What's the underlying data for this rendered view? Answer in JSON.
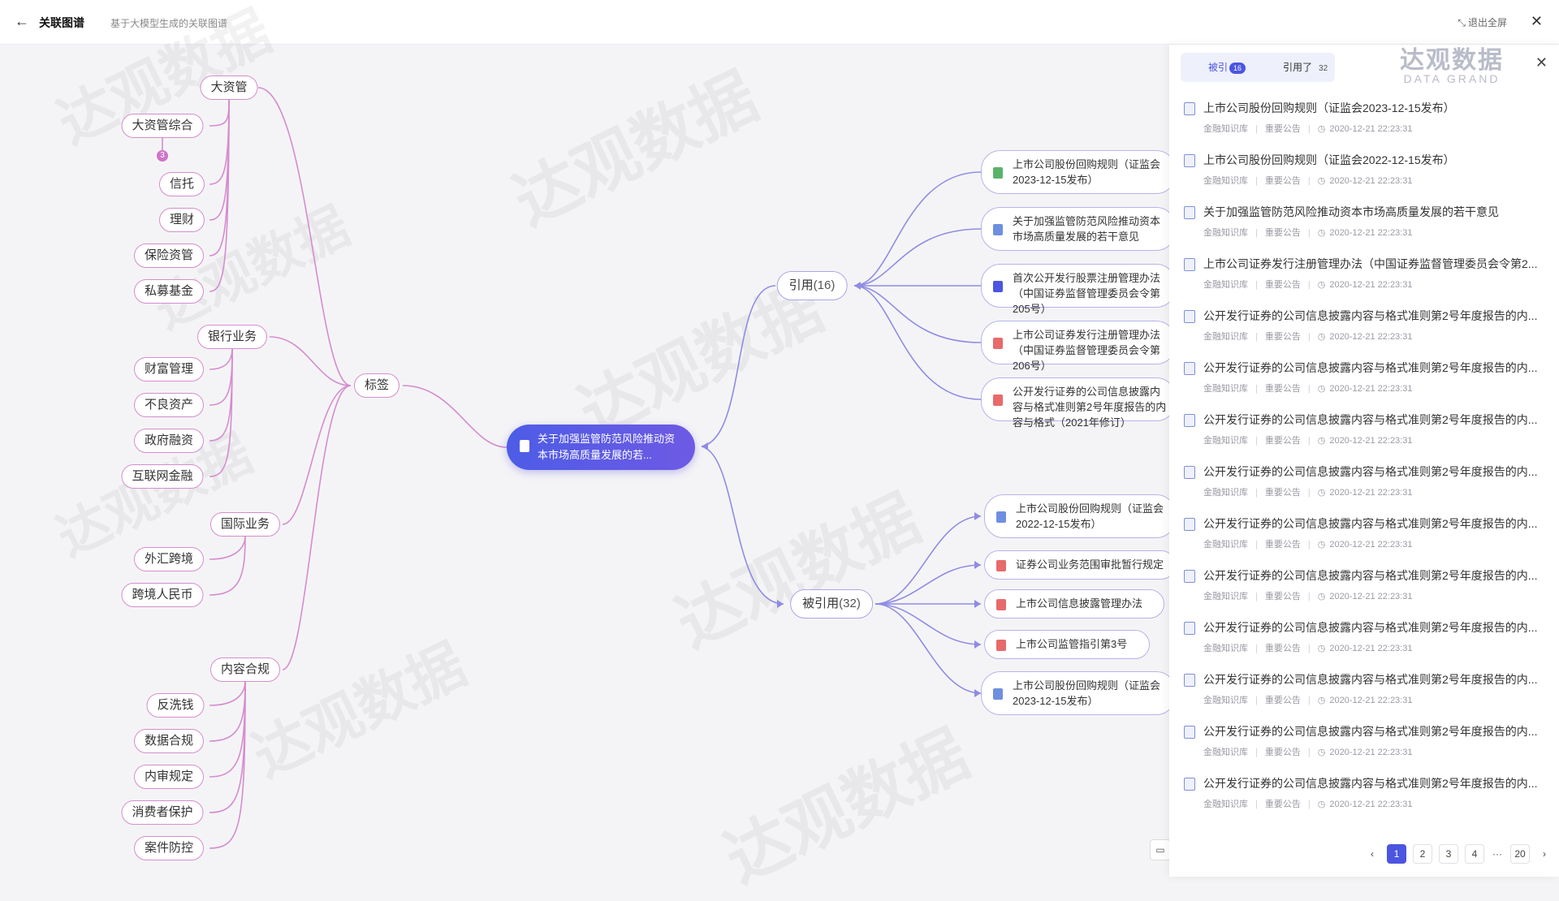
{
  "header": {
    "back_icon": "arrow-left-icon",
    "title": "关联图谱",
    "subtitle": "基于大模型生成的关联图谱",
    "exit_fullscreen": "退出全屏",
    "close_icon": "close-icon"
  },
  "watermark": {
    "cn": "达观数据",
    "en": "DATA GRAND"
  },
  "tag_tree": {
    "root": "标签",
    "badge": "3",
    "groups": [
      {
        "name": "大资管",
        "children": [
          "大资管综合",
          "信托",
          "理财",
          "保险资管",
          "私募基金"
        ]
      },
      {
        "name": "银行业务",
        "children": [
          "财富管理",
          "不良资产",
          "政府融资",
          "互联网金融"
        ]
      },
      {
        "name": "国际业务",
        "children": [
          "外汇跨境",
          "跨境人民币"
        ]
      },
      {
        "name": "内容合规",
        "children": [
          "反洗钱",
          "数据合规",
          "内审规定",
          "消费者保护",
          "案件防控"
        ]
      }
    ]
  },
  "center_doc": {
    "title": "关于加强监管防范风险推动资本市场高质量发展的若..."
  },
  "cites": {
    "label": "引用",
    "count": "(16)",
    "docs": [
      {
        "text": "上市公司股份回购规则（证监会2023-12-15发布）",
        "color": "#5bb36a"
      },
      {
        "text": "关于加强监管防范风险推动资本市场高质量发展的若干意见",
        "color": "#6e8fe0"
      },
      {
        "text": "首次公开发行股票注册管理办法（中国证券监督管理委员会令第205号）",
        "color": "#4b55e0"
      },
      {
        "text": "上市公司证券发行注册管理办法（中国证券监督管理委员会令第206号）",
        "color": "#e86a6a"
      },
      {
        "text": "公开发行证券的公司信息披露内容与格式准则第2号年度报告的内容与格式（2021年修订）",
        "color": "#e86a6a"
      }
    ]
  },
  "cited_by": {
    "label": "被引用",
    "count": "(32)",
    "docs": [
      {
        "text": "上市公司股份回购规则（证监会2022-12-15发布）",
        "color": "#6e8fe0"
      },
      {
        "text": "证券公司业务范围审批暂行规定",
        "color": "#e86a6a"
      },
      {
        "text": "上市公司信息披露管理办法",
        "color": "#e86a6a"
      },
      {
        "text": "上市公司监管指引第3号",
        "color": "#e86a6a"
      },
      {
        "text": "上市公司股份回购规则（证监会2023-12-15发布）",
        "color": "#6e8fe0"
      }
    ]
  },
  "panel": {
    "tabs": [
      {
        "label": "被引",
        "count": "16",
        "active": true
      },
      {
        "label": "引用了",
        "count": "32",
        "active": false
      }
    ],
    "close_icon": "close-icon",
    "items": [
      {
        "title": "上市公司股份回购规则（证监会2023-12-15发布）",
        "source": "金融知识库",
        "category": "重要公告",
        "time": "2020-12-21 22:23:31"
      },
      {
        "title": "上市公司股份回购规则（证监会2022-12-15发布）",
        "source": "金融知识库",
        "category": "重要公告",
        "time": "2020-12-21 22:23:31"
      },
      {
        "title": "关于加强监管防范风险推动资本市场高质量发展的若干意见",
        "source": "金融知识库",
        "category": "重要公告",
        "time": "2020-12-21 22:23:31"
      },
      {
        "title": "上市公司证券发行注册管理办法（中国证券监督管理委员会令第2...",
        "source": "金融知识库",
        "category": "重要公告",
        "time": "2020-12-21 22:23:31"
      },
      {
        "title": "公开发行证券的公司信息披露内容与格式准则第2号年度报告的内...",
        "source": "金融知识库",
        "category": "重要公告",
        "time": "2020-12-21 22:23:31"
      },
      {
        "title": "公开发行证券的公司信息披露内容与格式准则第2号年度报告的内...",
        "source": "金融知识库",
        "category": "重要公告",
        "time": "2020-12-21 22:23:31"
      },
      {
        "title": "公开发行证券的公司信息披露内容与格式准则第2号年度报告的内...",
        "source": "金融知识库",
        "category": "重要公告",
        "time": "2020-12-21 22:23:31"
      },
      {
        "title": "公开发行证券的公司信息披露内容与格式准则第2号年度报告的内...",
        "source": "金融知识库",
        "category": "重要公告",
        "time": "2020-12-21 22:23:31"
      },
      {
        "title": "公开发行证券的公司信息披露内容与格式准则第2号年度报告的内...",
        "source": "金融知识库",
        "category": "重要公告",
        "time": "2020-12-21 22:23:31"
      },
      {
        "title": "公开发行证券的公司信息披露内容与格式准则第2号年度报告的内...",
        "source": "金融知识库",
        "category": "重要公告",
        "time": "2020-12-21 22:23:31"
      },
      {
        "title": "公开发行证券的公司信息披露内容与格式准则第2号年度报告的内...",
        "source": "金融知识库",
        "category": "重要公告",
        "time": "2020-12-21 22:23:31"
      },
      {
        "title": "公开发行证券的公司信息披露内容与格式准则第2号年度报告的内...",
        "source": "金融知识库",
        "category": "重要公告",
        "time": "2020-12-21 22:23:31"
      },
      {
        "title": "公开发行证券的公司信息披露内容与格式准则第2号年度报告的内...",
        "source": "金融知识库",
        "category": "重要公告",
        "time": "2020-12-21 22:23:31"
      },
      {
        "title": "公开发行证券的公司信息披露内容与格式准则第2号年度报告的内...",
        "source": "金融知识库",
        "category": "重要公告",
        "time": "2020-12-21 22:23:31"
      }
    ],
    "pagination": {
      "prev_icon": "chevron-left-icon",
      "pages": [
        "1",
        "2",
        "3",
        "4"
      ],
      "current": "1",
      "ellipsis": "···",
      "last": "20",
      "next_icon": "chevron-right-icon"
    }
  },
  "colors": {
    "tag_line": "#d68ccf",
    "doc_line": "#8f8ce3",
    "accent": "#4b55e0"
  }
}
